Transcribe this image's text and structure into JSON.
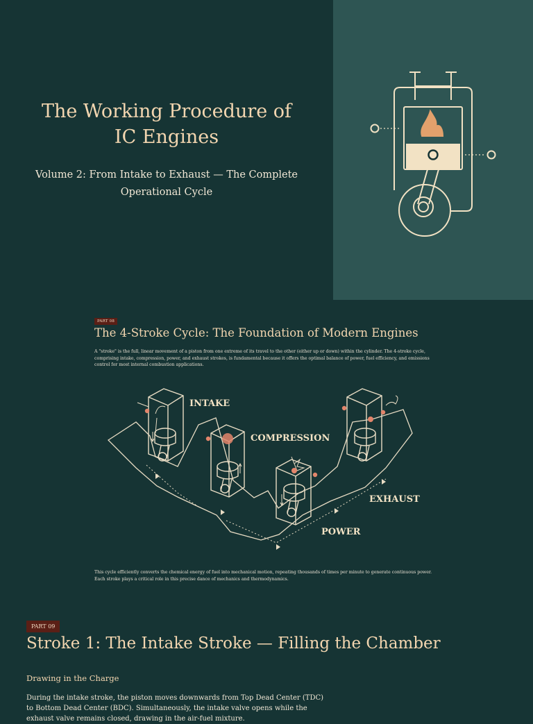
{
  "hero": {
    "title_line1": "The Working Procedure of",
    "title_line2": "IC Engines",
    "subtitle": "Volume 2: From Intake to Exhaust — The Complete Operational Cycle",
    "icon": "engine-cylinder-icon"
  },
  "part08": {
    "badge": "PART 08",
    "title": "The 4-Stroke Cycle: The Foundation of Modern Engines",
    "intro": "A \"stroke\" is the full, linear movement of a piston from one extreme of its travel to the other (either up or down) within the cylinder. The 4-stroke cycle, comprising intake, compression, power, and exhaust strokes, is fundamental because it offers the optimal balance of power, fuel efficiency, and emissions control for most internal combustion applications.",
    "diagram_labels": {
      "intake": "INTAKE",
      "compression": "COMPRESSION",
      "power": "POWER",
      "exhaust": "EXHAUST"
    },
    "outro": "This cycle efficiently converts the chemical energy of fuel into mechanical motion, repeating thousands of times per minute to generate continuous power. Each stroke plays a critical role in this precise dance of mechanics and thermodynamics."
  },
  "part09": {
    "badge": "PART 09",
    "title": "Stroke 1: The Intake Stroke — Filling the Chamber",
    "subheading": "Drawing in the Charge",
    "body": "During the intake stroke, the piston moves downwards from Top Dead Center (TDC) to Bottom Dead Center (BDC). Simultaneously, the intake valve opens while the exhaust valve remains closed, drawing in the air-fuel mixture."
  },
  "colors": {
    "background": "#163434",
    "panel": "#2e5553",
    "accent": "#f3d6b0",
    "badge": "#5a1f16",
    "flame": "#e2a16c"
  }
}
